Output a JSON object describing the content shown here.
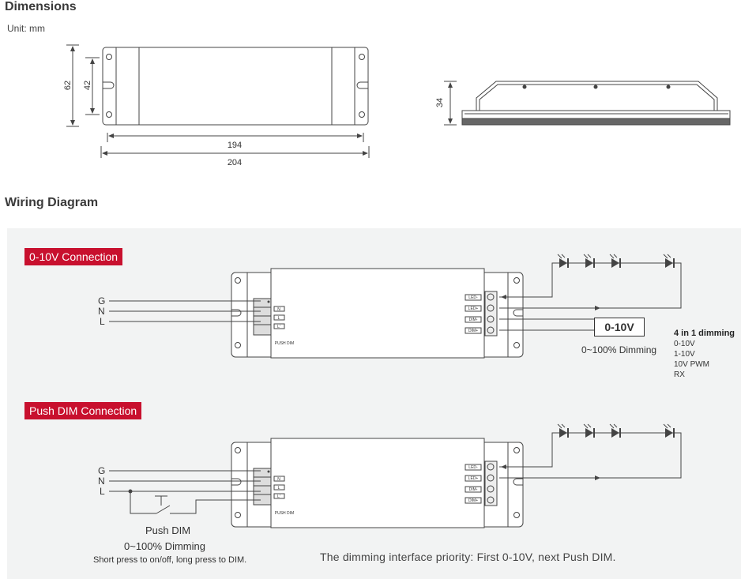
{
  "dimensions": {
    "heading": "Dimensions",
    "unit": "Unit: mm",
    "dims": [
      "62",
      "42",
      "194",
      "204",
      "34"
    ]
  },
  "wiring": {
    "heading": "Wiring Diagram",
    "section1": {
      "title": "0-10V Connection",
      "inputs": [
        "G",
        "N",
        "L"
      ],
      "block_terminals": [
        "N",
        "L",
        "L'"
      ],
      "push_dim_small": "PUSH DIM",
      "outputs": [
        "LED-",
        "LED+",
        "DIM-",
        "DIM+"
      ],
      "dim_box": "0-10V",
      "dimming_range": "0~100% Dimming",
      "four_in_one": {
        "title": "4 in 1 dimming",
        "items": [
          "0-10V",
          "1-10V",
          "10V PWM",
          "RX"
        ]
      }
    },
    "section2": {
      "title": "Push DIM Connection",
      "inputs": [
        "G",
        "N",
        "L"
      ],
      "block_terminals": [
        "N",
        "L",
        "L'"
      ],
      "push_dim_small": "PUSH DIM",
      "outputs": [
        "LED-",
        "LED+",
        "DIM-",
        "DIM+"
      ],
      "push_label": "Push DIM",
      "dimming_range": "0~100% Dimming",
      "instruction": "Short press to on/off, long press to DIM.",
      "priority": "The dimming interface priority: First 0-10V, next Push DIM."
    }
  }
}
